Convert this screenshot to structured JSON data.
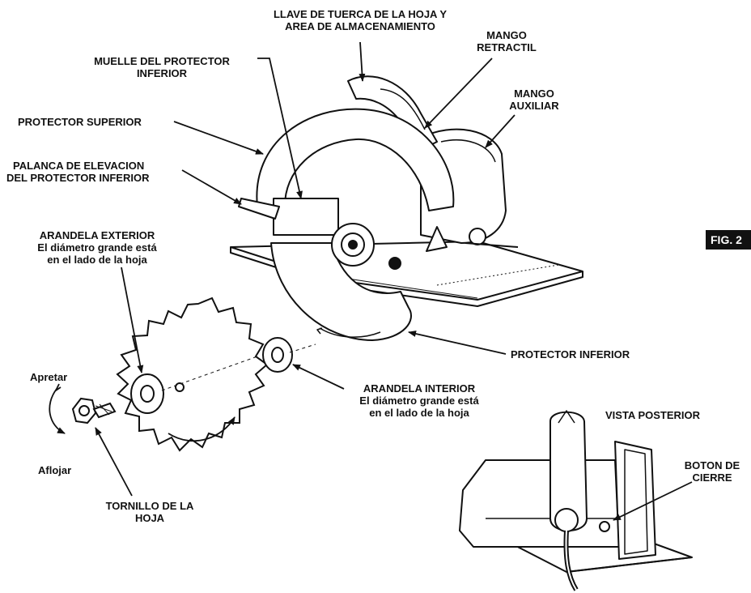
{
  "figure": {
    "tag": "FIG. 2"
  },
  "labels": {
    "blade_wrench": {
      "line1": "LLAVE DE TUERCA DE LA HOJA Y",
      "line2": "AREA DE ALMACENAMIENTO"
    },
    "retract_handle": {
      "line1": "MANGO",
      "line2": "RETRACTIL"
    },
    "lower_guard_spring": {
      "line1": "MUELLE DEL PROTECTOR",
      "line2": "INFERIOR"
    },
    "aux_handle": {
      "line1": "MANGO",
      "line2": "AUXILIAR"
    },
    "upper_guard": {
      "line1": "PROTECTOR SUPERIOR"
    },
    "lower_guard_lever": {
      "line1": "PALANCA DE ELEVACION",
      "line2": "DEL PROTECTOR INFERIOR"
    },
    "outer_washer": {
      "line1": "ARANDELA EXTERIOR",
      "line2": "El diámetro grande está",
      "line3": "en el lado de la hoja"
    },
    "lower_guard": {
      "line1": "PROTECTOR INFERIOR"
    },
    "inner_washer": {
      "line1": "ARANDELA INTERIOR",
      "line2": "El diámetro grande está",
      "line3": "en el lado de la hoja"
    },
    "tighten": {
      "line1": "Apretar"
    },
    "loosen": {
      "line1": "Aflojar"
    },
    "blade_screw": {
      "line1": "TORNILLO DE LA",
      "line2": "HOJA"
    },
    "rear_view": {
      "line1": "VISTA POSTERIOR"
    },
    "lock_button": {
      "line1": "BOTON DE",
      "line2": "CIERRE"
    }
  }
}
